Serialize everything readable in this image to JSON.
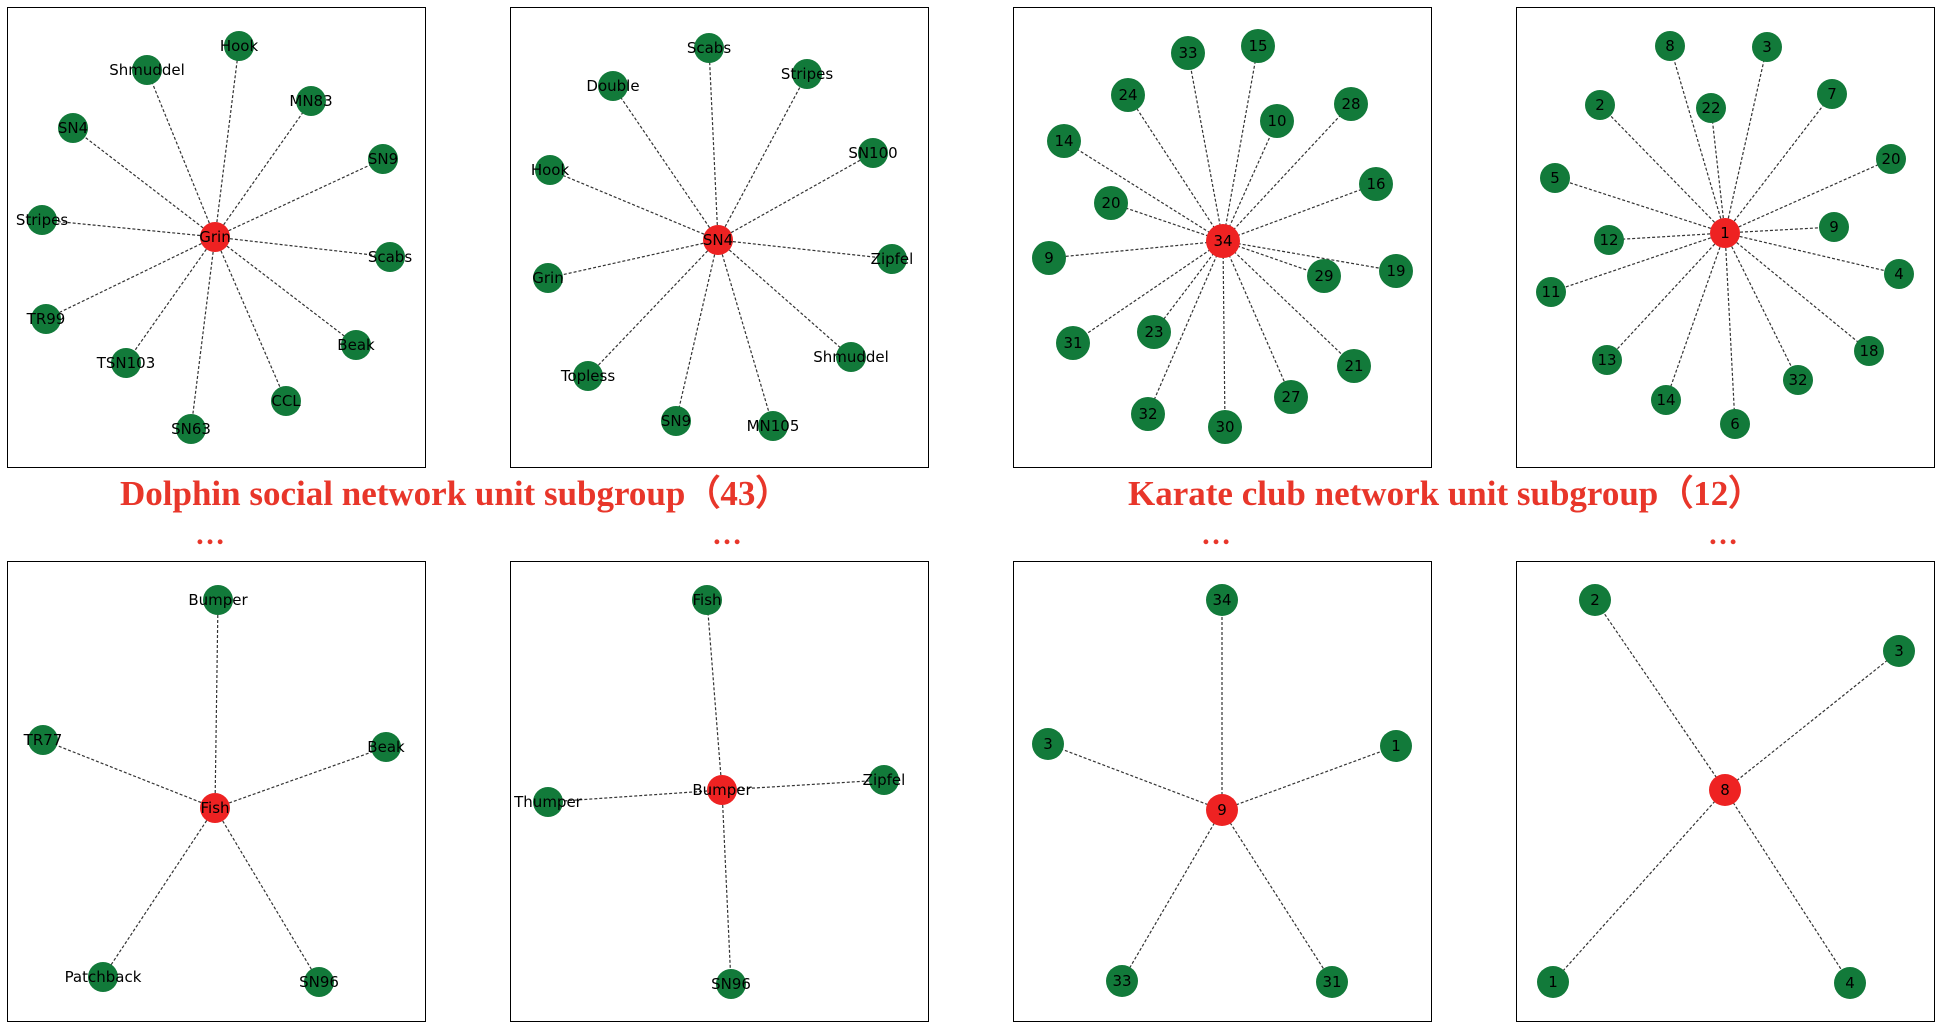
{
  "colors": {
    "center_node": "#ee2222",
    "leaf_node": "#127a3a",
    "caption": "#e8362a",
    "border": "#000000"
  },
  "captions": [
    {
      "text": "Dolphin social network unit subgroup（43）"
    },
    {
      "text": "Karate club network unit subgroup（12）"
    }
  ],
  "ellipsis": "…",
  "graphs": [
    {
      "center": "Grin",
      "leaves": [
        "Hook",
        "MN83",
        "SN9",
        "Scabs",
        "Beak",
        "CCL",
        "SN63",
        "TSN103",
        "TR99",
        "Stripes",
        "SN4",
        "Shmuddel"
      ]
    },
    {
      "center": "SN4",
      "leaves": [
        "Scabs",
        "Stripes",
        "SN100",
        "Zipfel",
        "Shmuddel",
        "MN105",
        "SN9",
        "Topless",
        "Grin",
        "Hook",
        "Double"
      ]
    },
    {
      "center": "34",
      "leaves": [
        "15",
        "28",
        "16",
        "19",
        "21",
        "27",
        "30",
        "32",
        "31",
        "9",
        "14",
        "24",
        "33",
        "10",
        "29",
        "23",
        "20"
      ]
    },
    {
      "center": "1",
      "leaves": [
        "3",
        "7",
        "20",
        "4",
        "18",
        "32",
        "6",
        "14",
        "13",
        "11",
        "5",
        "2",
        "8",
        "22",
        "9",
        "12"
      ]
    },
    {
      "center": "Fish",
      "leaves": [
        "Bumper",
        "Beak",
        "SN96",
        "Patchback",
        "TR77"
      ]
    },
    {
      "center": "Bumper",
      "leaves": [
        "Fish",
        "Zipfel",
        "SN96",
        "Thumper"
      ]
    },
    {
      "center": "9",
      "leaves": [
        "34",
        "1",
        "31",
        "33",
        "3"
      ]
    },
    {
      "center": "8",
      "leaves": [
        "2",
        "3",
        "4",
        "1"
      ]
    }
  ]
}
